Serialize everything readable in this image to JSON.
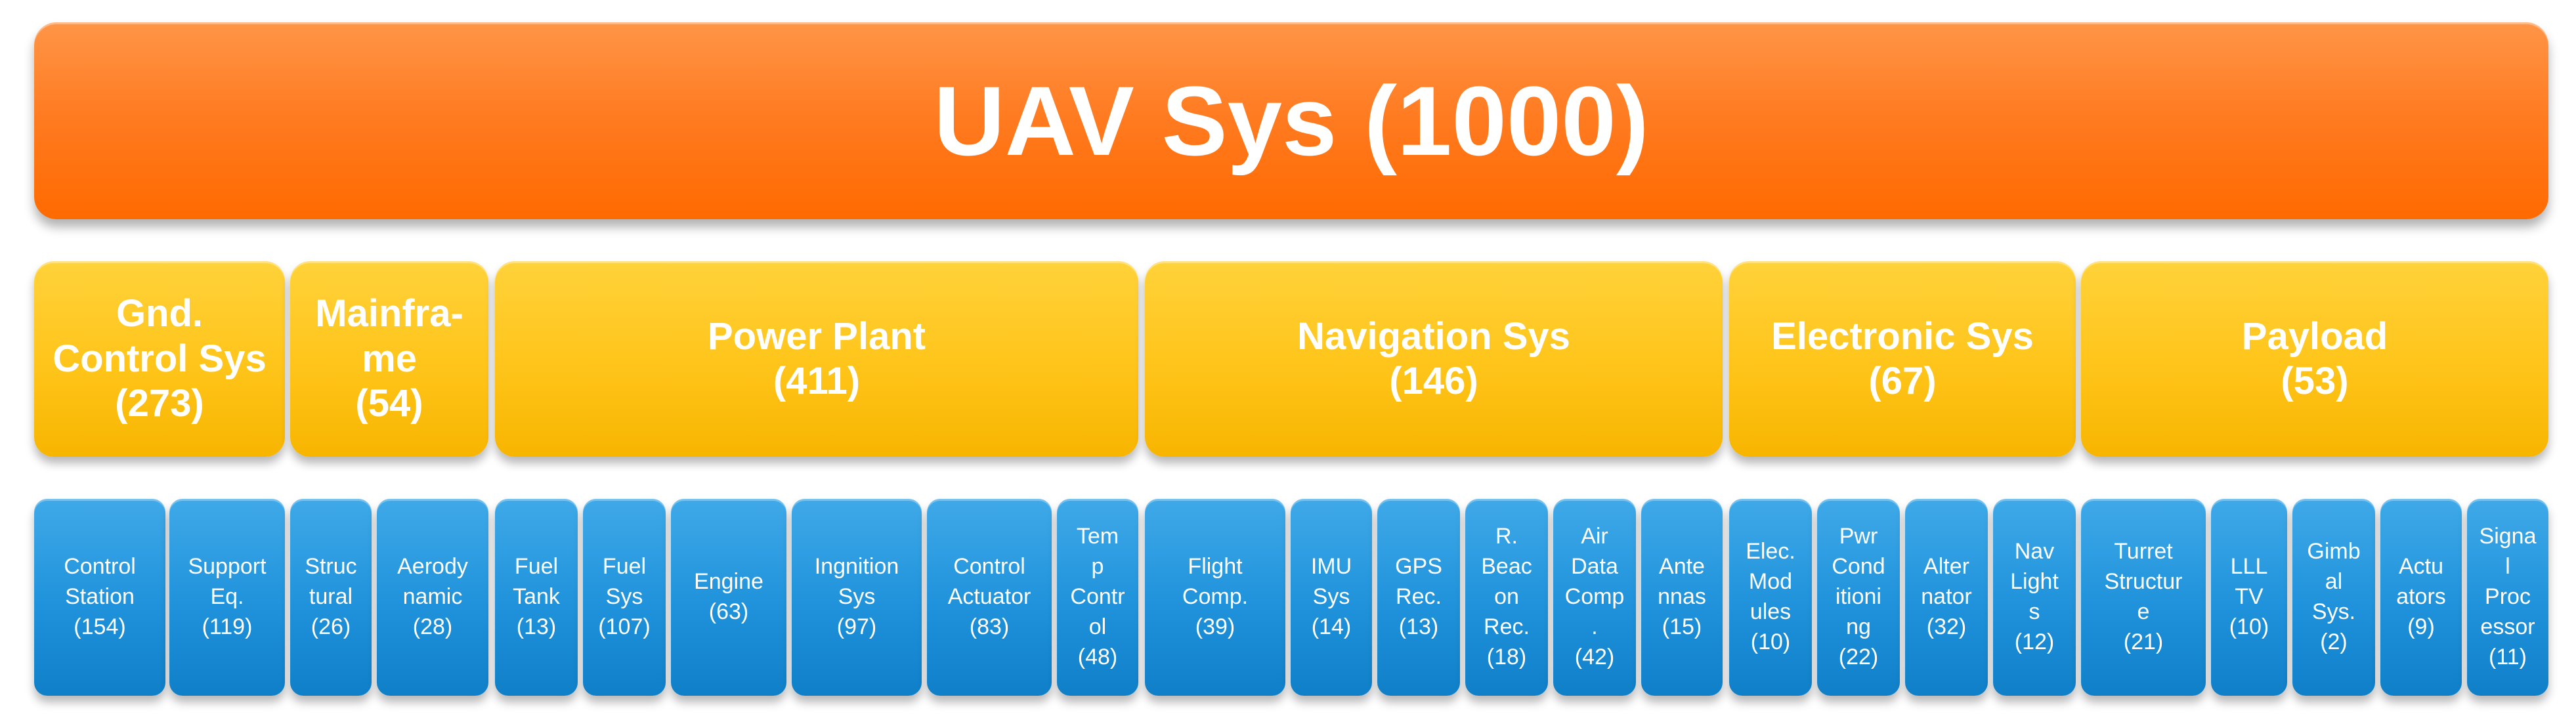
{
  "root": {
    "label": "UAV Sys (1000)"
  },
  "groups": [
    {
      "label": "Gnd.\nControl Sys\n(273)"
    },
    {
      "label": "Mainfra-\nme\n(54)"
    },
    {
      "label": "Power Plant\n(411)"
    },
    {
      "label": "Navigation Sys\n(146)"
    },
    {
      "label": "Electronic Sys\n(67)"
    },
    {
      "label": "Payload\n(53)"
    }
  ],
  "components": [
    {
      "label": "Control\nStation\n(154)"
    },
    {
      "label": "Support\nEq.\n(119)"
    },
    {
      "label": "Struc\ntural\n(26)"
    },
    {
      "label": "Aerody\nnamic\n(28)"
    },
    {
      "label": "Fuel\nTank\n(13)"
    },
    {
      "label": "Fuel\nSys\n(107)"
    },
    {
      "label": "Engine\n(63)"
    },
    {
      "label": "Ingnition\nSys\n(97)"
    },
    {
      "label": "Control\nActuator\n(83)"
    },
    {
      "label": "Tem\np\nContr\nol\n(48)"
    },
    {
      "label": "Flight\nComp.\n(39)"
    },
    {
      "label": "IMU\nSys\n(14)"
    },
    {
      "label": "GPS\nRec.\n(13)"
    },
    {
      "label": "R.\nBeac\non\nRec.\n(18)"
    },
    {
      "label": "Air\nData\nComp\n.\n(42)"
    },
    {
      "label": "Ante\nnnas\n(15)"
    },
    {
      "label": "Elec.\nMod\nules\n(10)"
    },
    {
      "label": "Pwr\nCond\nitioni\nng\n(22)"
    },
    {
      "label": "Alter\nnator\n(32)"
    },
    {
      "label": "Nav\nLight\ns\n(12)"
    },
    {
      "label": "Turret\nStructur\ne\n(21)"
    },
    {
      "label": "LLL\nTV\n(10)"
    },
    {
      "label": "Gimb\nal\nSys.\n(2)"
    },
    {
      "label": "Actu\nators\n(9)"
    },
    {
      "label": "Signa\nl\nProc\nessor\n(11)"
    }
  ]
}
